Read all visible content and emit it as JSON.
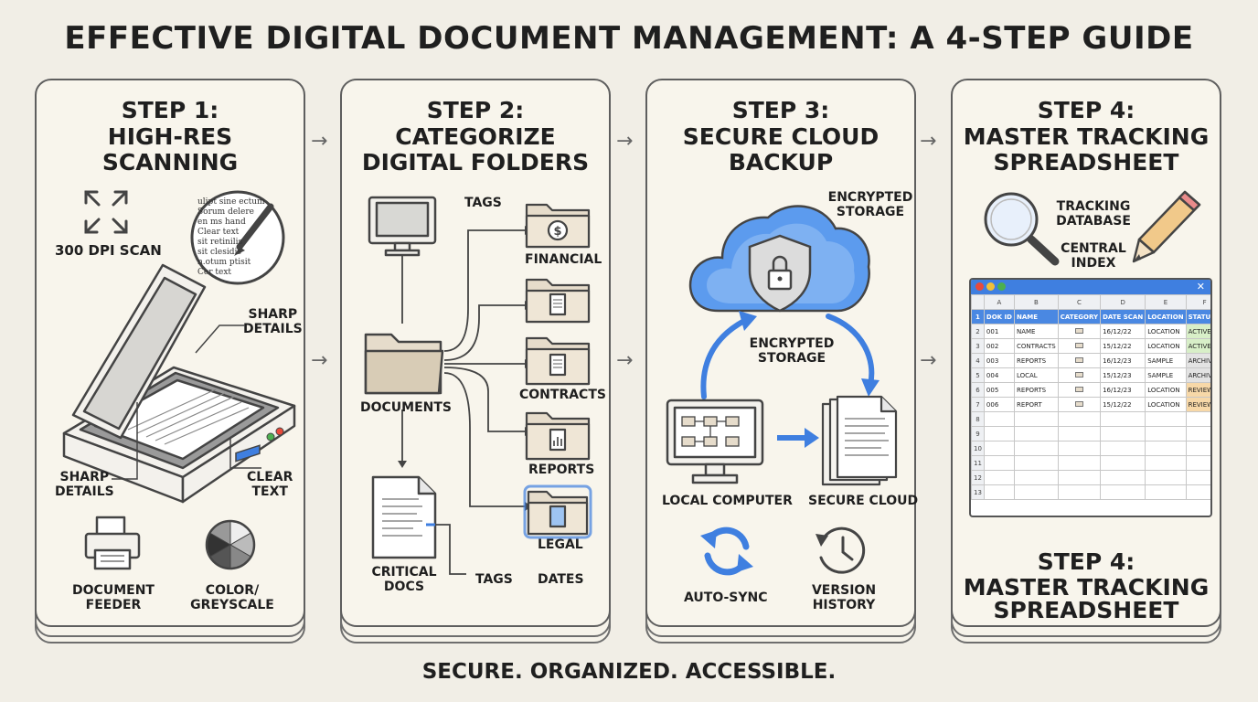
{
  "title": "EFFECTIVE DIGITAL DOCUMENT MANAGEMENT: A 4-STEP GUIDE",
  "footer": "SECURE. ORGANIZED. ACCESSIBLE.",
  "arrow_glyph": "→",
  "step1": {
    "label": "STEP 1:",
    "title_line1": "HIGH-RES",
    "title_line2": "SCANNING",
    "dpi": "300 DPI SCAN",
    "sharp_top_line1": "SHARP",
    "sharp_top_line2": "DETAILS",
    "sharp_bottom_line1": "SHARP",
    "sharp_bottom_line2": "DETAILS",
    "clear_line1": "CLEAR",
    "clear_line2": "TEXT",
    "magnifier_text": [
      "ulipt sine ectum",
      "Sorum delere",
      "en ms hand",
      "Clear text",
      "sit retinilis",
      "sit clesidis",
      "n.otum ptisit",
      "Cer text"
    ],
    "feeder_line1": "DOCUMENT",
    "feeder_line2": "FEEDER",
    "color_line1": "COLOR/",
    "color_line2": "GREYSCALE"
  },
  "step2": {
    "label": "STEP 2:",
    "title_line1": "CATEGORIZE",
    "title_line2": "DIGITAL FOLDERS",
    "tags_top": "TAGS",
    "documents": "DOCUMENTS",
    "financial": "FINANCIAL",
    "contracts": "CONTRACTS",
    "reports": "REPORTS",
    "legal": "LEGAL",
    "dates": "DATES",
    "critical_line1": "CRITICAL",
    "critical_line2": "DOCS",
    "tags_bottom": "TAGS"
  },
  "step3": {
    "label": "STEP 3:",
    "title_line1": "SECURE CLOUD",
    "title_line2": "BACKUP",
    "enc_top_line1": "ENCRYPTED",
    "enc_top_line2": "STORAGE",
    "enc_mid_line1": "ENCRYPTED",
    "enc_mid_line2": "STORAGE",
    "local": "LOCAL COMPUTER",
    "cloud": "SECURE CLOUD",
    "autosync": "AUTO-SYNC",
    "version_line1": "VERSION",
    "version_line2": "HISTORY"
  },
  "step4": {
    "label": "STEP 4:",
    "title_line1": "MASTER TRACKING",
    "title_line2": "SPREADSHEET",
    "tracking_line1": "TRACKING",
    "tracking_line2": "DATABASE",
    "central_line1": "CENTRAL",
    "central_line2": "INDEX",
    "bottom_label": "STEP 4:",
    "bottom_title_line1": "MASTER TRACKING",
    "bottom_title_line2": "SPREADSHEET",
    "sheet": {
      "columns": [
        "A",
        "B",
        "C",
        "D",
        "E",
        "F"
      ],
      "header": [
        "DOK ID",
        "NAME",
        "CATEGORY",
        "DATE SCAN",
        "LOCATION",
        "STATUS"
      ],
      "rows": [
        [
          "001",
          "NAME",
          "",
          "16/12/22",
          "LOCATION",
          "ACTIVE"
        ],
        [
          "002",
          "CONTRACTS",
          "",
          "15/12/22",
          "LOCATION",
          "ACTIVE"
        ],
        [
          "003",
          "REPORTS",
          "",
          "16/12/23",
          "SAMPLE",
          "ARCHIVED"
        ],
        [
          "004",
          "LOCAL",
          "",
          "15/12/23",
          "SAMPLE",
          "ARCHIVED"
        ],
        [
          "005",
          "REPORTS",
          "",
          "16/12/23",
          "LOCATION",
          "REVIEW"
        ],
        [
          "006",
          "REPORT",
          "",
          "15/12/22",
          "LOCATION",
          "REVIEW"
        ]
      ],
      "row_numbers": [
        "1",
        "2",
        "3",
        "4",
        "5",
        "6",
        "7",
        "8",
        "9",
        "10",
        "11",
        "12",
        "13"
      ],
      "status_colors": {
        "ACTIVE": "#d8efc8",
        "REVIEW": "#f7d8a8",
        "ARCHIVED": "#e3e3e3"
      }
    }
  },
  "colors": {
    "accent": "#3f7fe0",
    "outline": "#5e5e5e",
    "paper": "#f8f5ec",
    "folder": "#e6dccb"
  }
}
